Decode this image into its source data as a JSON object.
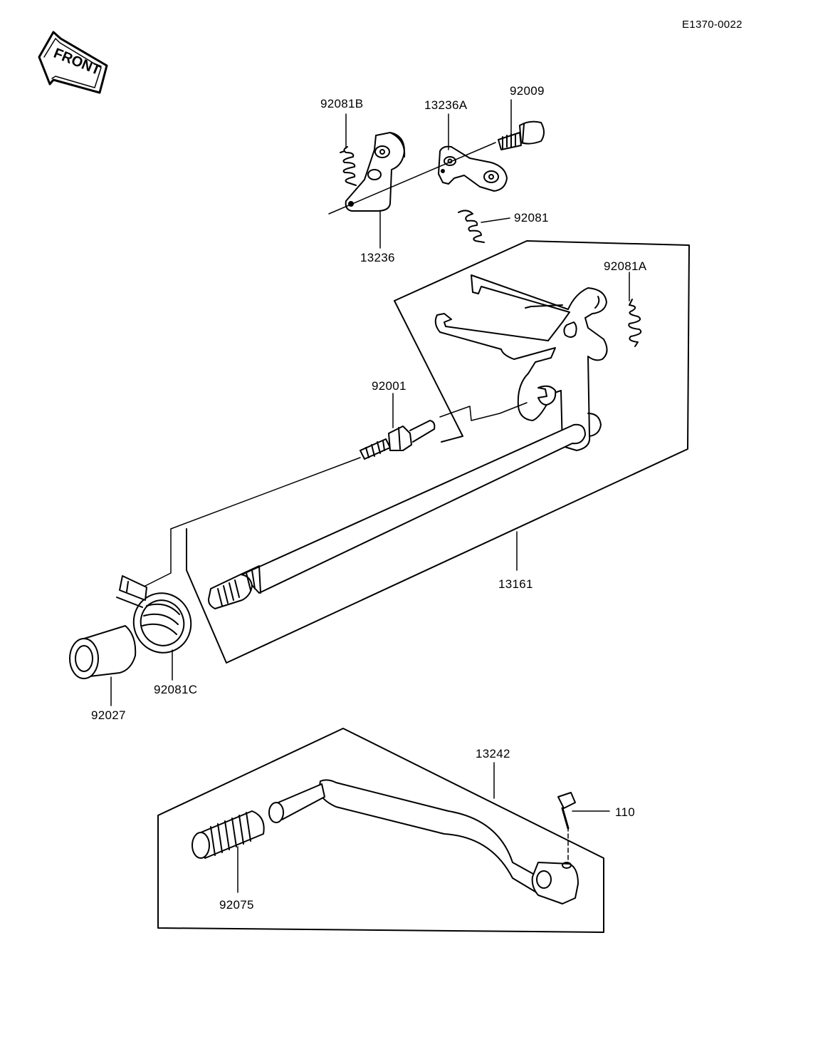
{
  "diagram": {
    "ref_code": "E1370-0022",
    "front_label": "FRONT",
    "part_labels": {
      "p92081b": "92081B",
      "p13236a": "13236A",
      "p92009": "92009",
      "p13236": "13236",
      "p92081": "92081",
      "p92081a": "92081A",
      "p92001": "92001",
      "p13161": "13161",
      "p92027": "92027",
      "p92081c": "92081C",
      "p13242": "13242",
      "p110": "110",
      "p92075": "92075"
    }
  },
  "icons": {
    "front_arrow": "front-arrow-icon"
  },
  "colors": {
    "ink": "#000000",
    "paper": "#ffffff"
  }
}
